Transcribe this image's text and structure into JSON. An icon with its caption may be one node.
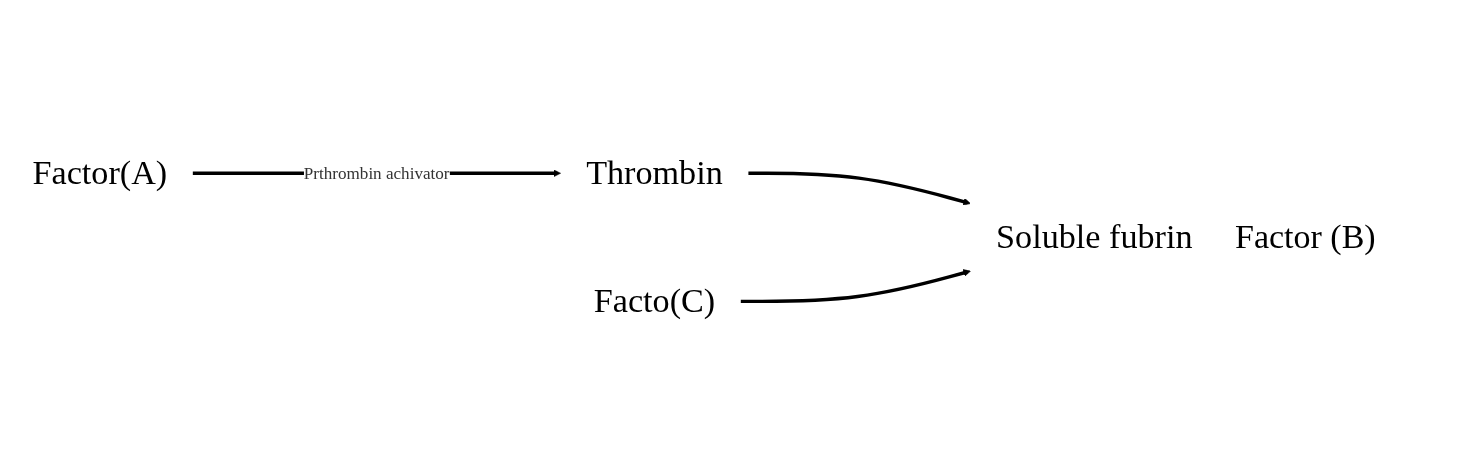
{
  "diagram": {
    "nodes": [
      {
        "text": [
          "Factor(A)"
        ]
      },
      {
        "text": [
          "Thrombin"
        ]
      },
      {
        "text": [
          "Facto(C)"
        ]
      },
      {
        "text": [
          "Soluble  fubrin"
        ]
      }
    ],
    "edges": [
      {
        "from": 0,
        "to": 1,
        "arrow": "to",
        "label": "Prthrombin achivator"
      },
      {
        "from": 1,
        "to": 3,
        "arrow": "to"
      },
      {
        "from": 2,
        "to": 3,
        "arrow": "to"
      }
    ],
    "labels": [
      "Factor (B)"
    ]
  }
}
